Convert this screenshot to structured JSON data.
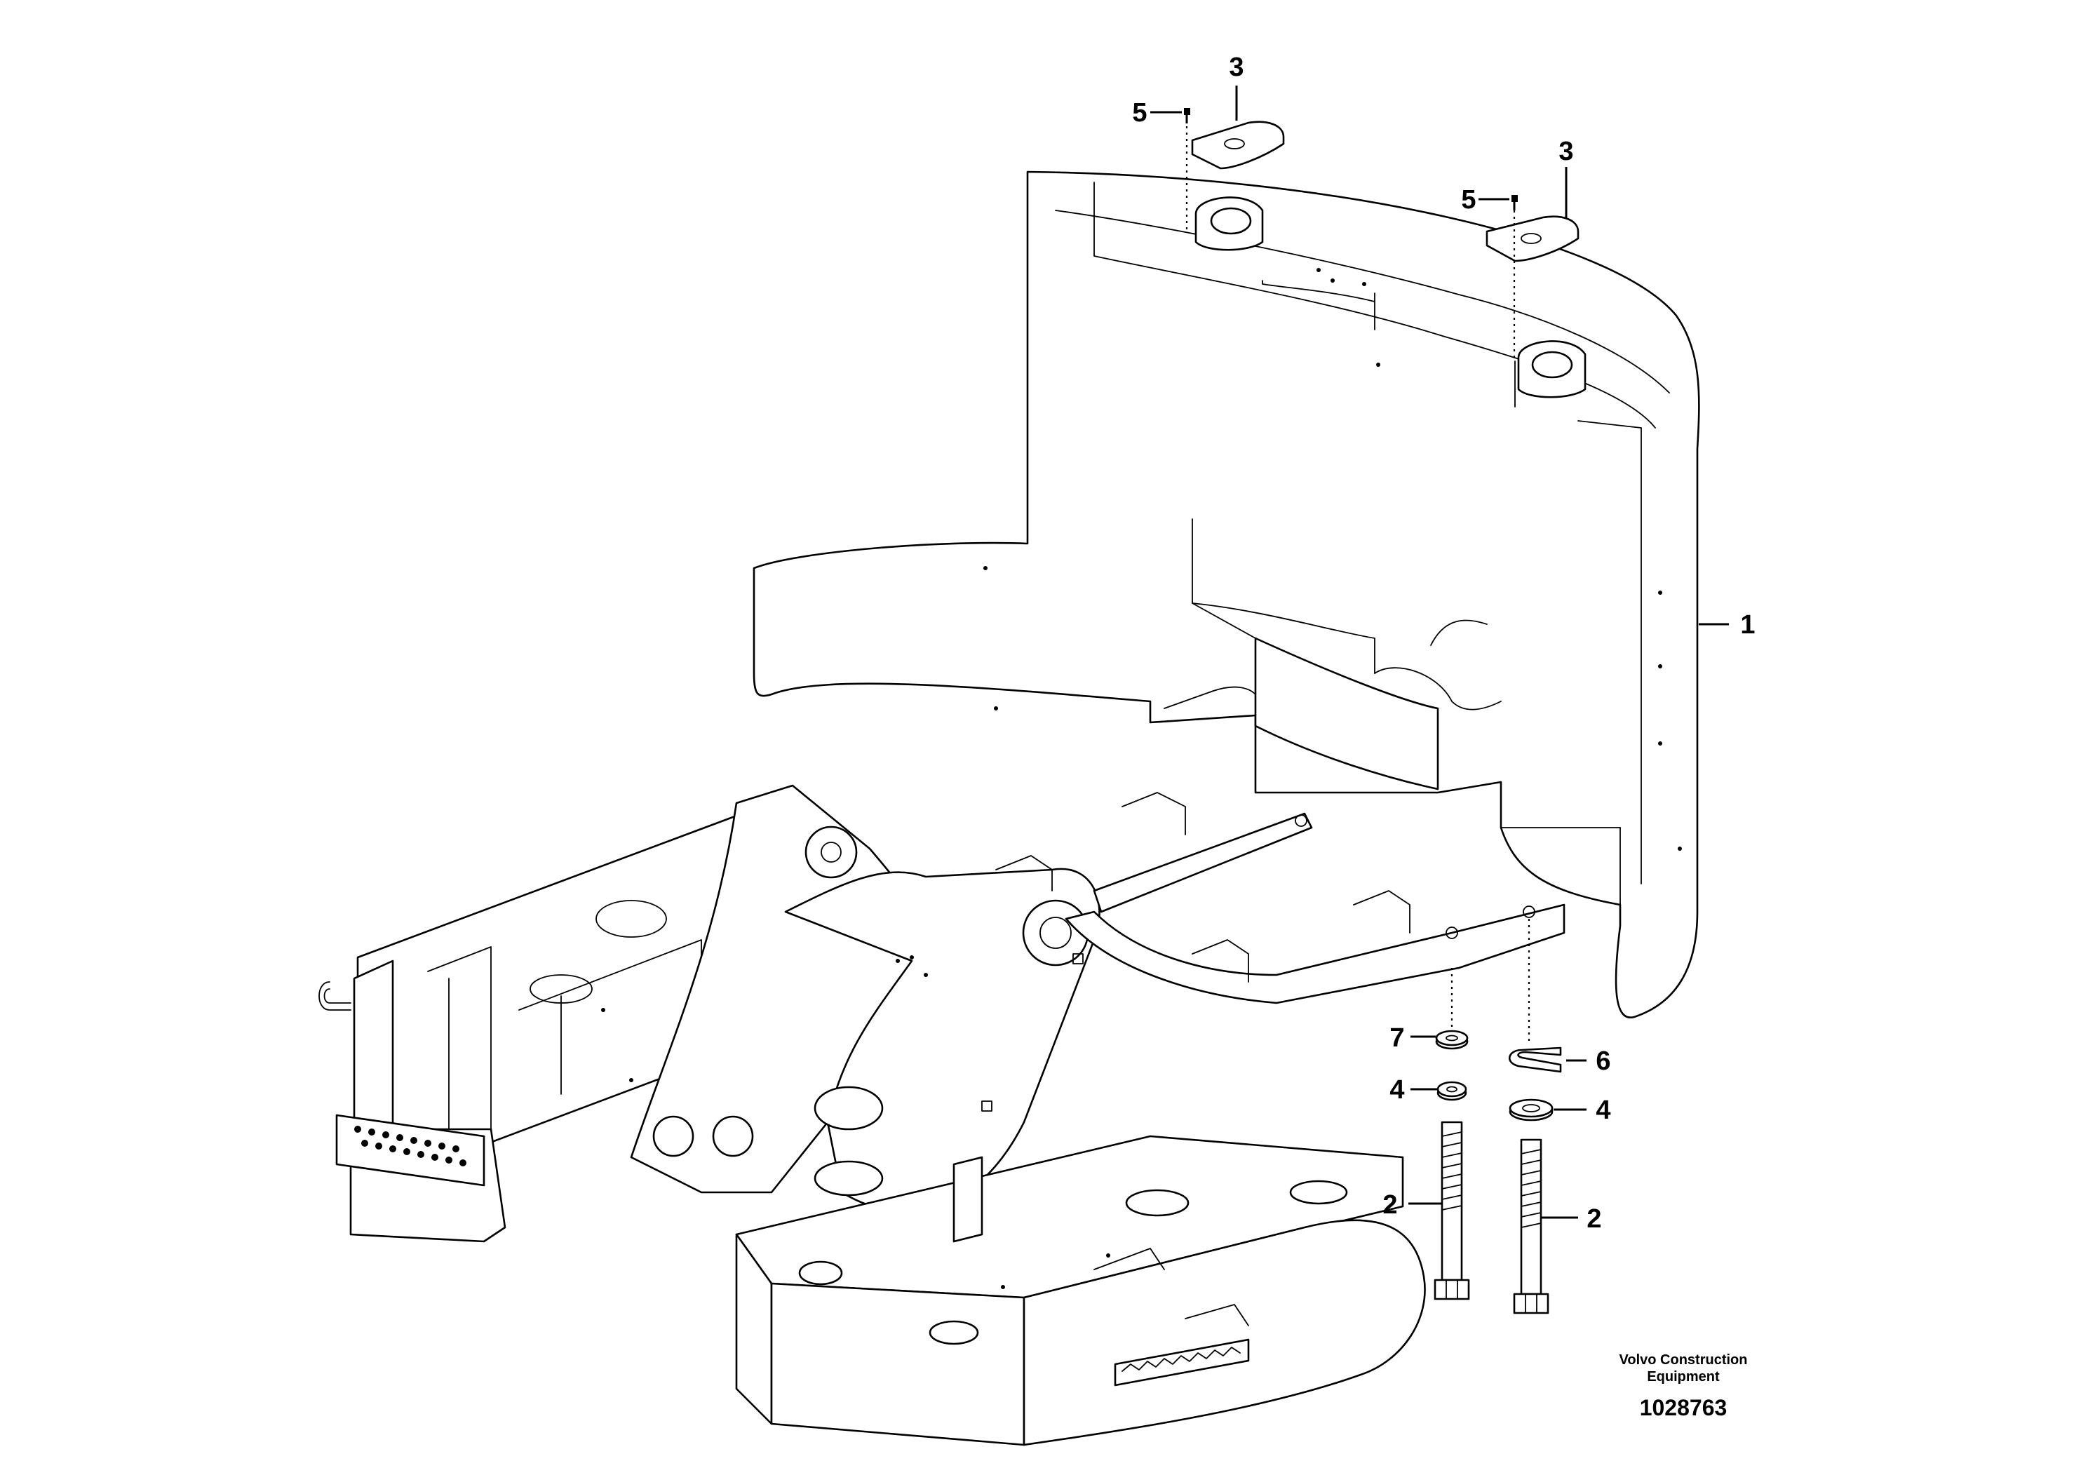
{
  "credit": {
    "company_line1": "Volvo Construction",
    "company_line2": "Equipment",
    "document_number": "1028763"
  },
  "callouts": [
    {
      "id": "label-1",
      "text": "1"
    },
    {
      "id": "label-2-left",
      "text": "2"
    },
    {
      "id": "label-2-right",
      "text": "2"
    },
    {
      "id": "label-3-left",
      "text": "3"
    },
    {
      "id": "label-3-right",
      "text": "3"
    },
    {
      "id": "label-4-left",
      "text": "4"
    },
    {
      "id": "label-4-right",
      "text": "4"
    },
    {
      "id": "label-5-left",
      "text": "5"
    },
    {
      "id": "label-5-right",
      "text": "5"
    },
    {
      "id": "label-6",
      "text": "6"
    },
    {
      "id": "label-7",
      "text": "7"
    }
  ]
}
